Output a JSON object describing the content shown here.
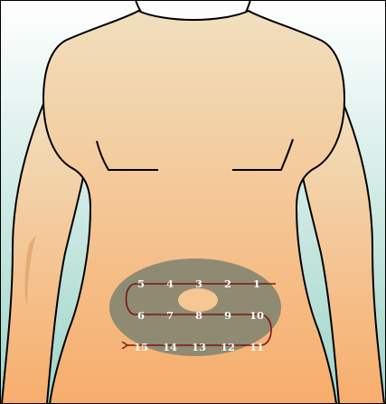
{
  "diagram": {
    "colors": {
      "background_top": "#ffffff",
      "background_bottom": "#9fd5c9",
      "skin_top": "#f1dfbe",
      "skin_bottom": "#f7ad6c",
      "outline": "#000000",
      "injection_zone": "#8f8a72",
      "navel": "#f6c792",
      "path": "#7a1614",
      "numbers": "#ffffff"
    },
    "sites": {
      "row1": [
        "5",
        "4",
        "3",
        "2",
        "1"
      ],
      "row2": [
        "6",
        "7",
        "8",
        "9",
        "10"
      ],
      "row3": [
        "15",
        "14",
        "13",
        "12",
        "11"
      ]
    }
  }
}
